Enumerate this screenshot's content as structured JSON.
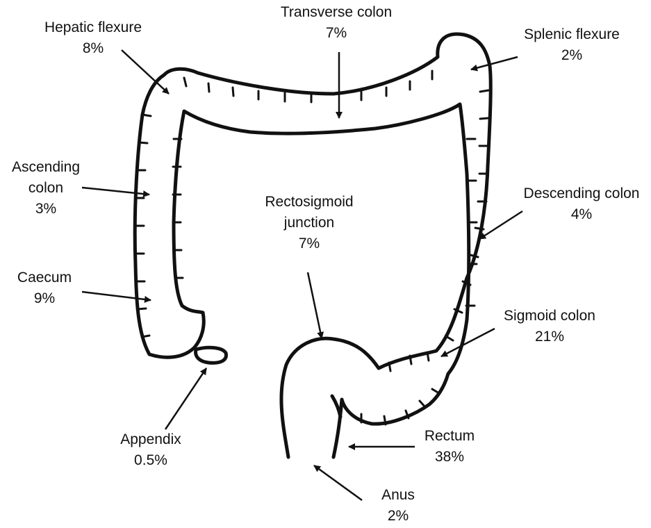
{
  "colors": {
    "ink": "#111111",
    "background": "#ffffff"
  },
  "labels": {
    "transverse_colon": {
      "name": "Transverse colon",
      "pct": "7%"
    },
    "hepatic_flexure": {
      "name": "Hepatic flexure",
      "pct": "8%"
    },
    "splenic_flexure": {
      "name": "Splenic flexure",
      "pct": "2%"
    },
    "ascending_colon": {
      "line1": "Ascending",
      "line2": "colon",
      "pct": "3%"
    },
    "descending_colon": {
      "name": "Descending colon",
      "pct": "4%"
    },
    "rectosigmoid": {
      "line1": "Rectosigmoid",
      "line2": "junction",
      "pct": "7%"
    },
    "caecum": {
      "name": "Caecum",
      "pct": "9%"
    },
    "sigmoid_colon": {
      "name": "Sigmoid colon",
      "pct": "21%"
    },
    "appendix": {
      "name": "Appendix",
      "pct": "0.5%"
    },
    "rectum": {
      "name": "Rectum",
      "pct": "38%"
    },
    "anus": {
      "name": "Anus",
      "pct": "2%"
    }
  }
}
